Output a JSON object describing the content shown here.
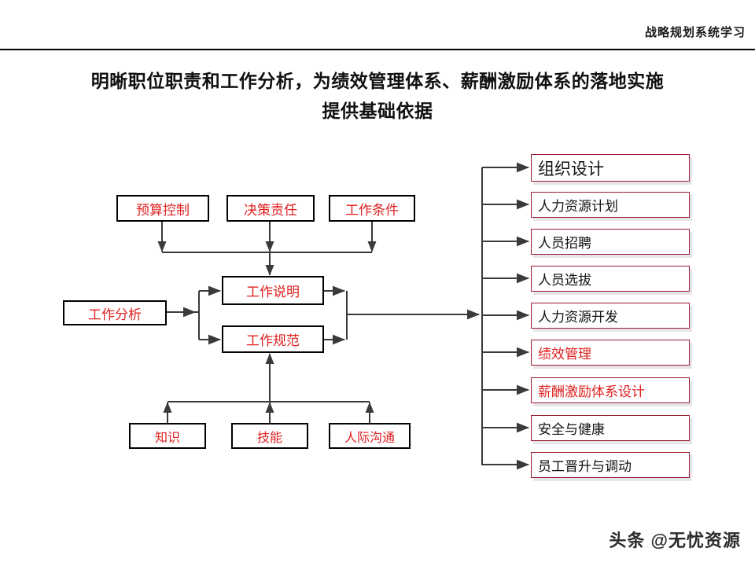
{
  "header": {
    "title": "战略规划系统学习"
  },
  "slide": {
    "title_line1": "明晰职位职责和工作分析，为绩效管理体系、薪酬激励体系的落地实施",
    "title_line2": "提供基础依据"
  },
  "diagram": {
    "inputs_top": [
      {
        "label": "预算控制"
      },
      {
        "label": "决策责任"
      },
      {
        "label": "工作条件"
      }
    ],
    "source": {
      "label": "工作分析"
    },
    "outputs_mid": [
      {
        "label": "工作说明"
      },
      {
        "label": "工作规范"
      }
    ],
    "inputs_bottom": [
      {
        "label": "知识"
      },
      {
        "label": "技能"
      },
      {
        "label": "人际沟通"
      }
    ],
    "applications": [
      {
        "label": "组织设计",
        "accent": false
      },
      {
        "label": "人力资源计划",
        "accent": false
      },
      {
        "label": "人员招聘",
        "accent": false
      },
      {
        "label": "人员选拔",
        "accent": false
      },
      {
        "label": "人力资源开发",
        "accent": false
      },
      {
        "label": "绩效管理",
        "accent": true
      },
      {
        "label": "薪酬激励体系设计",
        "accent": true
      },
      {
        "label": "安全与健康",
        "accent": false
      },
      {
        "label": "员工晋升与调动",
        "accent": false
      }
    ]
  },
  "watermark": {
    "text": "头条 @无忧资源"
  },
  "colors": {
    "accent_red": "#e02020",
    "box_border_dark": "#000000",
    "box_border_crimson": "#9b1b30",
    "line": "#3a3a3a"
  }
}
